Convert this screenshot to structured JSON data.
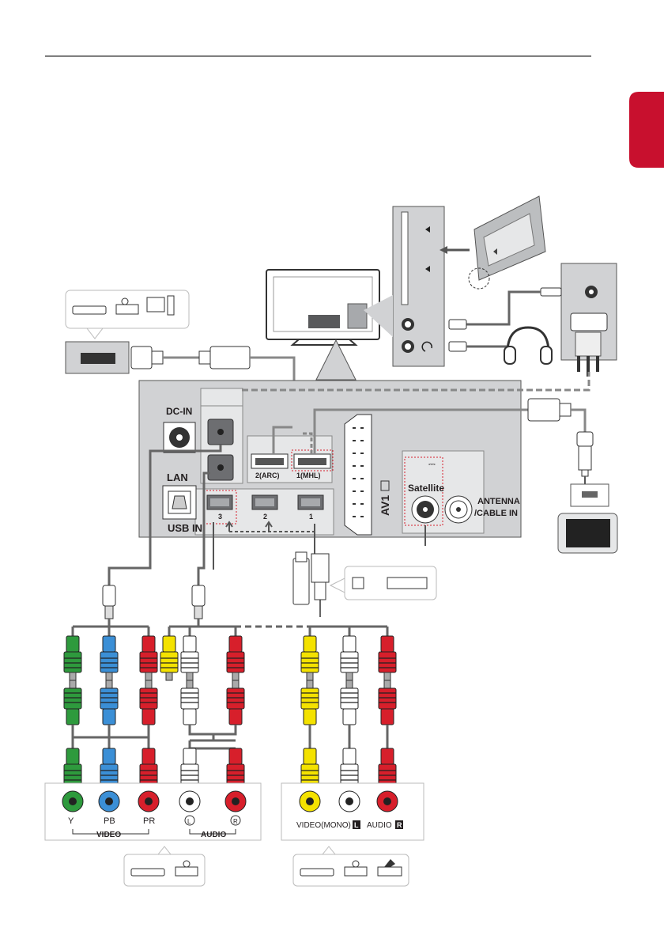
{
  "header": {
    "tab_color": "#c8102e"
  },
  "panel": {
    "dc_in": "DC-IN",
    "dc_symbol": "⎓",
    "lan": "LAN",
    "usb_in": "USB IN",
    "hdmi_2": "2(ARC)",
    "hdmi_1": "1(MHL)",
    "usb_3": "3",
    "usb_2": "2",
    "usb_1": "1",
    "av1": "AV1",
    "satellite": "Satellite",
    "antenna": "ANTENNA",
    "cable_in": "/CABLE IN"
  },
  "component_box": {
    "y": "Y",
    "pb": "PB",
    "pr": "PR",
    "l": "L",
    "r": "R",
    "video": "VIDEO",
    "audio": "AUDIO"
  },
  "composite_box": {
    "label_left": "VIDEO(MONO)",
    "l_badge": "L",
    "audio": "AUDIO",
    "r_badge": "R"
  },
  "colors": {
    "green": "#2e9a3d",
    "blue": "#3b8fd6",
    "red": "#d71f2b",
    "yellow": "#f4e200",
    "white": "#ffffff",
    "panel": "#d1d2d4"
  }
}
